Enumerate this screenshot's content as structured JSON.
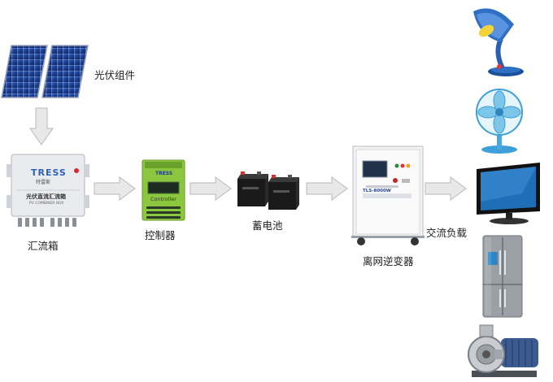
{
  "labels": {
    "pv_module": "光伏组件",
    "combiner_box": "汇流箱",
    "controller": "控制器",
    "battery": "蓄电池",
    "inverter": "离网逆变器",
    "ac_load": "交流负载"
  },
  "device_text": {
    "combiner_brand": "TRESS",
    "combiner_brand_cn": "特雷斯",
    "combiner_title_cn": "光伏直流汇流箱",
    "combiner_title_en": "PV COMBINER BOX",
    "controller_brand": "TRESS",
    "controller_text": "Controller",
    "inverter_model": "TLS-8000W"
  },
  "colors": {
    "arrow_fill": "#e8e8e8",
    "arrow_stroke": "#b9b9b9",
    "controller_green": "#8cc63f",
    "panel_blue": "#1d3f8f",
    "combiner_blue": "#2e63b4",
    "inverter_body": "#f2f2f2"
  }
}
